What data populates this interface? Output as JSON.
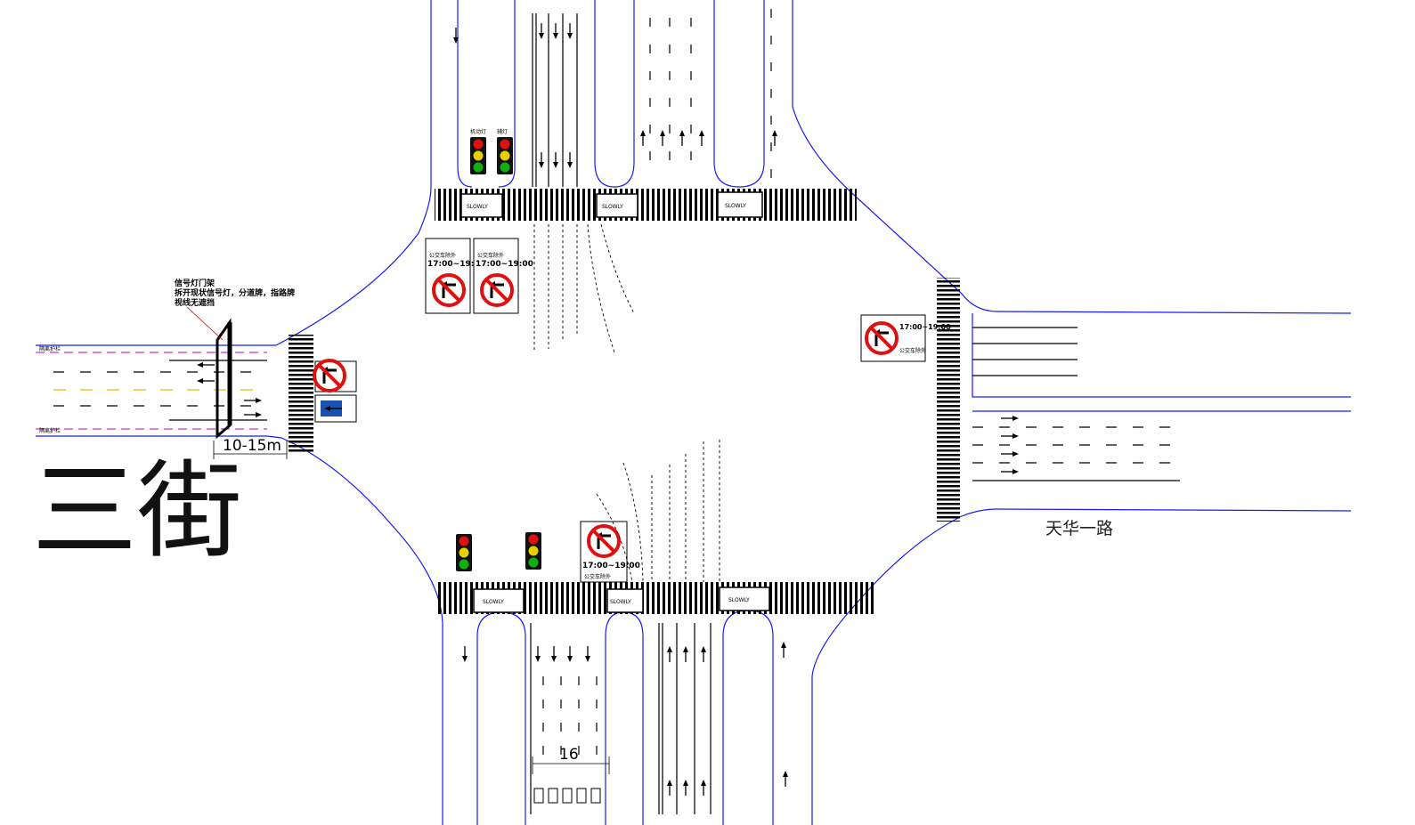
{
  "street_labels": {
    "left_street_partial": "三街",
    "right_road": "天华一路"
  },
  "dimensions": {
    "west_stop_offset": "10-15m",
    "south_lane_width": "16"
  },
  "annotation_note": {
    "line1": "信号灯门架",
    "line2": "拆开现状信号灯，分道牌，指路牌",
    "line3": "视线无遮挡"
  },
  "guardrail_label_top": "隔离护栏",
  "guardrail_label_bottom": "隔离护栏",
  "signal_labels": {
    "north_left": "机动灯",
    "north_right": "辅灯"
  },
  "no_left_turn_signs": {
    "time": "17:00~19:00",
    "exception": "公交车除外"
  },
  "crosswalk_text": "SLOWLY",
  "colors": {
    "road_edge": "#1a1aff",
    "signal_red": "#e01010",
    "signal_yellow": "#e8d000",
    "signal_green": "#10b010",
    "centerline_yellow": "#e0c000",
    "guardrail": "#cc33cc",
    "annotation": "#d00000",
    "lane_sign_blue": "#1a50b0"
  },
  "icons": [
    "traffic-signal-icon",
    "no-left-turn-icon",
    "lane-arrow-icon"
  ]
}
